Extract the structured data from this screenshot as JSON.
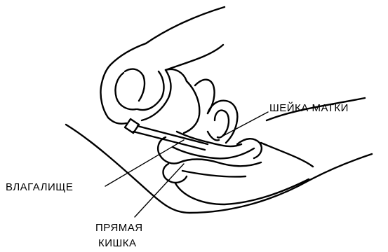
{
  "labels": {
    "cervix": "ШЕЙКА МАТКИ",
    "vagina": "ВЛАГАЛИЩЕ",
    "rectum_line1": "ПРЯМАЯ",
    "rectum_line2": "КИШКА"
  },
  "colors": {
    "ink": "#000000",
    "background": "#ffffff"
  }
}
